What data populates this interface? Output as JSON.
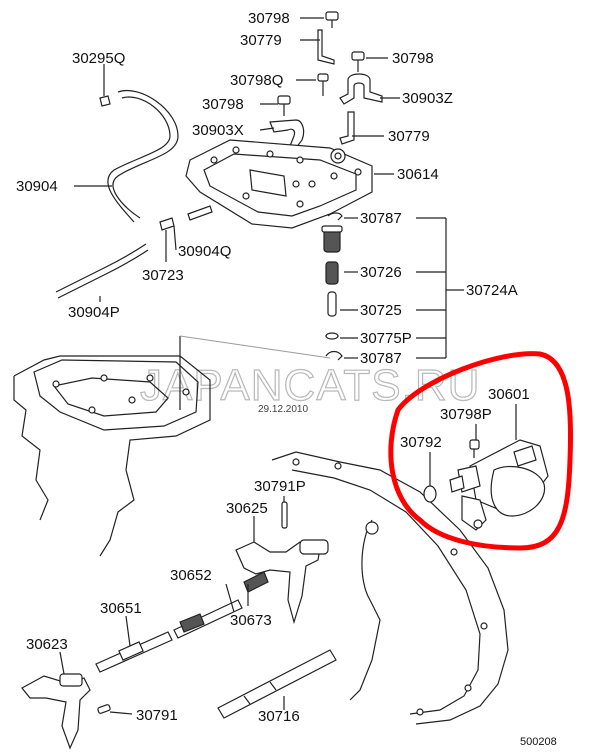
{
  "watermark": "JAPANCATS.RU",
  "date_stamp": "29.12.2010",
  "diagram_number": "500208",
  "highlight_color": "#ff0000",
  "labels": {
    "p30798_a": "30798",
    "p30779_a": "30779",
    "p30798_b": "30798",
    "p30295Q": "30295Q",
    "p30798Q": "30798Q",
    "p30903Z": "30903Z",
    "p30798_c": "30798",
    "p30903X": "30903X",
    "p30779_b": "30779",
    "p30614": "30614",
    "p30904": "30904",
    "p30787_a": "30787",
    "p30904Q": "30904Q",
    "p30723": "30723",
    "p30726": "30726",
    "p30724A": "30724A",
    "p30725": "30725",
    "p30904P": "30904P",
    "p30775P": "30775P",
    "p30787_b": "30787",
    "p30601": "30601",
    "p30798P": "30798P",
    "p30792": "30792",
    "p30791P": "30791P",
    "p30625": "30625",
    "p30652": "30652",
    "p30651": "30651",
    "p30673": "30673",
    "p30623": "30623",
    "p30791": "30791",
    "p30716": "30716"
  }
}
